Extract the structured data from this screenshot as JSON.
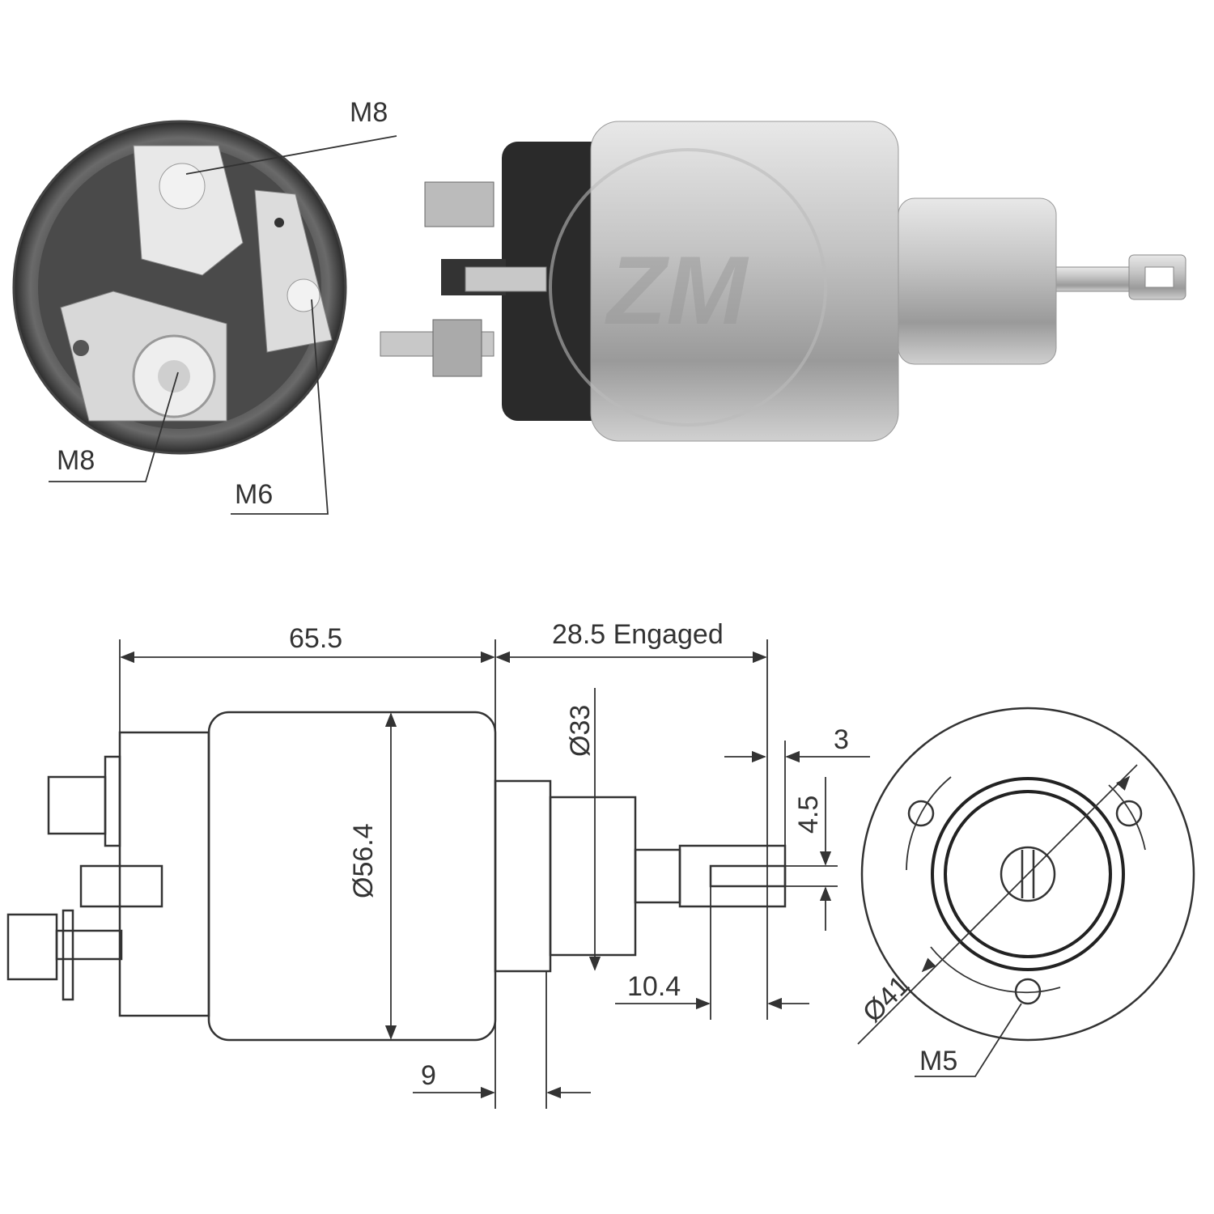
{
  "photo_end_view": {
    "labels": {
      "top_terminal": "M8",
      "bottom_terminal": "M8",
      "small_terminal": "M6"
    }
  },
  "photo_side_view": {
    "watermark_text": "ZM"
  },
  "side_drawing": {
    "dims": {
      "body_length": "65.5",
      "stroke": "28.5 Engaged",
      "body_diameter": "Ø56.4",
      "nose_diameter": "Ø33",
      "slot_width": "3",
      "eye_height": "4.5",
      "eye_length": "10.4",
      "nose_length": "9"
    }
  },
  "end_drawing": {
    "dims": {
      "bolt_circle": "Ø41",
      "mount_thread": "M5"
    }
  },
  "colors": {
    "line": "#333333",
    "metal_light": "#d8d8d8",
    "metal_dark": "#2a2a2a"
  }
}
